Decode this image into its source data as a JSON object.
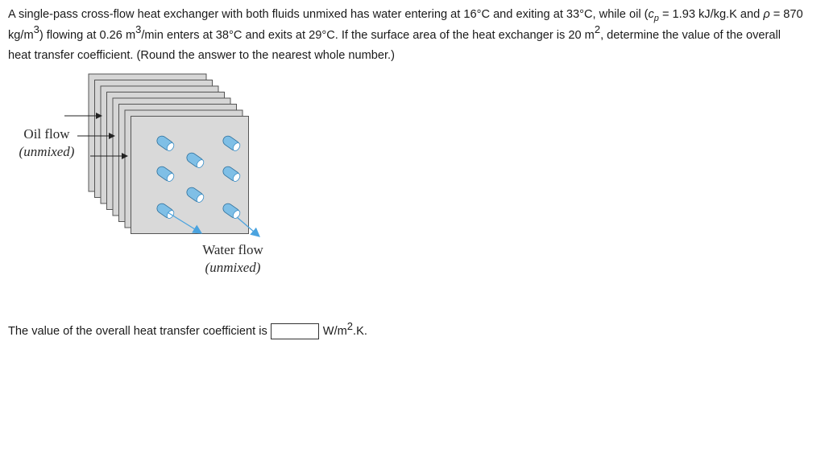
{
  "question": {
    "p1": "A single-pass cross-flow heat exchanger with both fluids unmixed has water entering at 16°C and exiting at 33°C, while oil (",
    "cp_symbol": "c",
    "cp_sub": "p",
    "p2": " = 1.93 kJ/kg.K and ",
    "rho": "ρ",
    "p3": " = 870 kg/m",
    "exp1": "3",
    "p4": ") flowing at 0.26 m",
    "exp2": "3",
    "p5": "/min enters at 38°C and exits at 29°C. If the surface area of the heat exchanger is 20 m",
    "exp3": "2",
    "p6": ", determine the value of the overall heat transfer coefficient. (Round the answer to the nearest whole number.)"
  },
  "figure": {
    "oil_label": "Oil flow",
    "oil_sub": "(unmixed)",
    "water_label": "Water flow",
    "water_sub": "(unmixed)",
    "colors": {
      "plate_fill": "#d6d6d6",
      "plate_edge": "#555555",
      "tube": "#7fbfe6",
      "tube_dark": "#3a8fc8",
      "arrow": "#4aa3df"
    }
  },
  "answer": {
    "prompt": "The value of the overall heat transfer coefficient is",
    "value": "",
    "unit_pre": "W/m",
    "unit_exp": "2",
    "unit_post": ".K."
  }
}
